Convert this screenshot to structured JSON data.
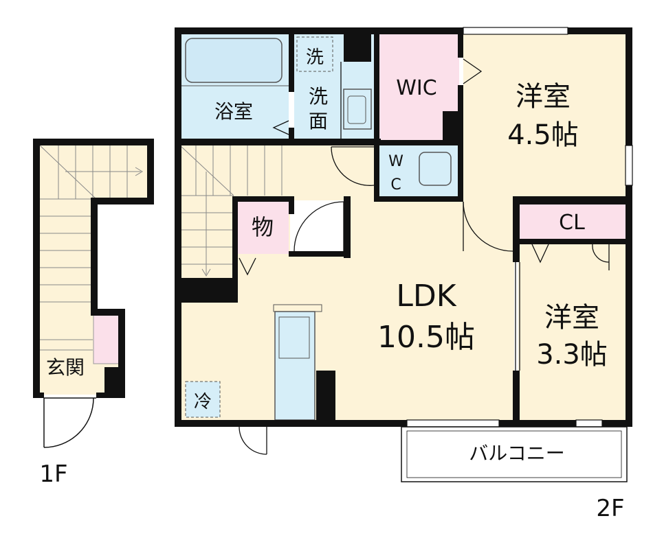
{
  "floors": {
    "first": {
      "label": "1F",
      "entrance": "玄関"
    },
    "second": {
      "label": "2F"
    }
  },
  "rooms": {
    "bath": "浴室",
    "washer": "洗",
    "washroom": "洗\n面",
    "wic": "WIC",
    "wc": "W\nC",
    "western1_name": "洋室",
    "western1_size": "4.5帖",
    "storage": "物",
    "cl": "CL",
    "ldk_name": "LDK",
    "ldk_size": "10.5帖",
    "western2_name": "洋室",
    "western2_size": "3.3帖",
    "fridge": "冷",
    "balcony": "バルコニー"
  },
  "colors": {
    "wall": "#111111",
    "floor_wood": "#fdf3d8",
    "wet_area": "#d6eef8",
    "closet": "#fbe0ea",
    "window": "#ffffff"
  }
}
